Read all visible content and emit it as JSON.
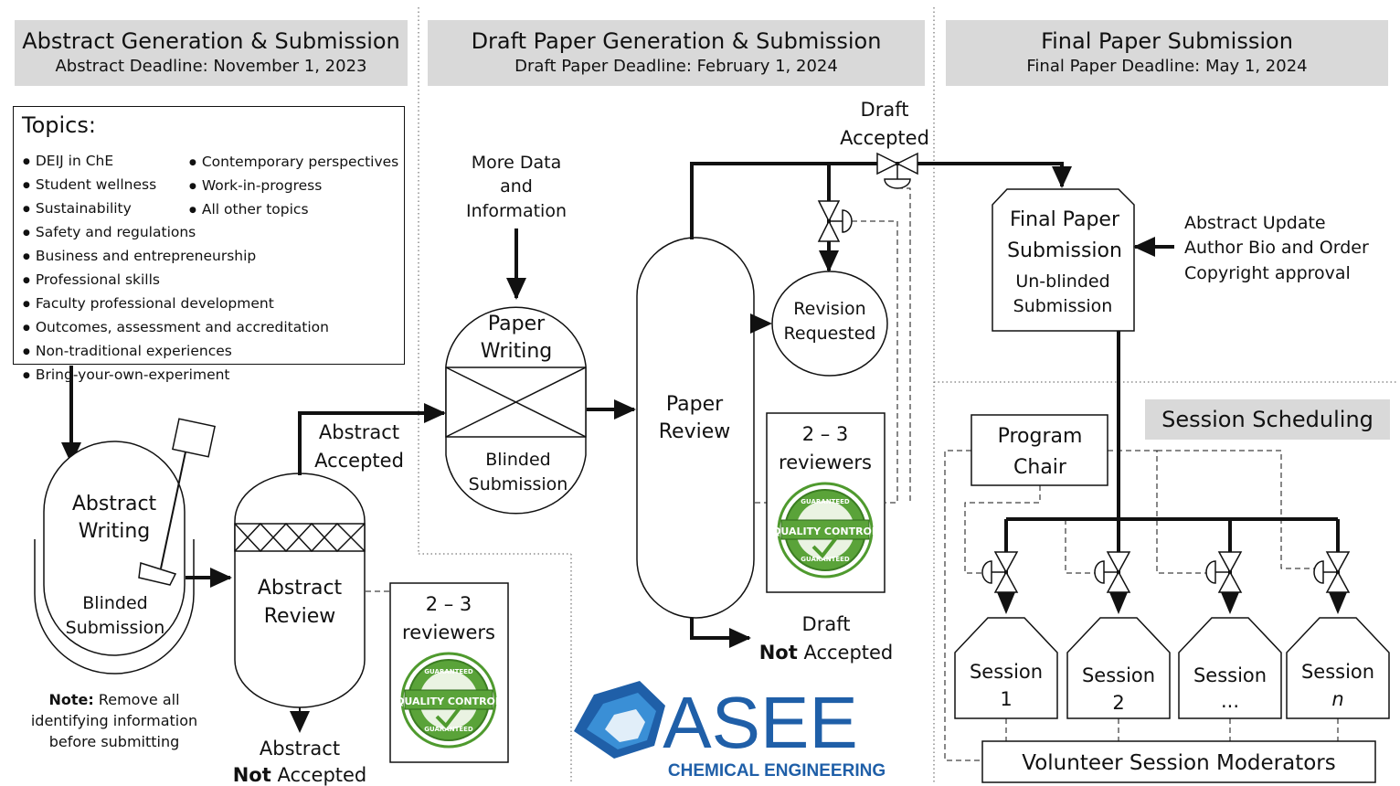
{
  "headers": {
    "abstract": {
      "title": "Abstract Generation & Submission",
      "deadline": "Abstract Deadline: November 1, 2023"
    },
    "draft": {
      "title": "Draft Paper Generation & Submission",
      "deadline": "Draft Paper Deadline: February 1, 2024"
    },
    "final": {
      "title": "Final Paper Submission",
      "deadline": "Final Paper Deadline: May 1, 2024"
    }
  },
  "topics": {
    "title": "Topics:",
    "col1_short": [
      "DEIJ in ChE",
      "Student wellness",
      "Sustainability"
    ],
    "col2": [
      "Contemporary perspectives",
      "Work-in-progress",
      "All other topics"
    ],
    "col1_long": [
      "Safety and regulations",
      "Business and entrepreneurship",
      "Professional skills",
      "Faculty professional development",
      "Outcomes, assessment and accreditation",
      "Non-traditional experiences",
      "Bring-your-own-experiment"
    ]
  },
  "abstract_writing": {
    "line1": "Abstract",
    "line2": "Writing",
    "sub1": "Blinded",
    "sub2": "Submission"
  },
  "note": {
    "bold": "Note:",
    "rest": " Remove all",
    "line2": "identifying information",
    "line3": "before submitting"
  },
  "abstract_review": {
    "line1": "Abstract",
    "line2": "Review"
  },
  "reviewers": {
    "count": "2 – 3",
    "label": "reviewers",
    "badge_top": "GUARANTEED",
    "badge_mid": "QUALITY CONTROL",
    "badge_bot": "GUARANTEED"
  },
  "abstract_accepted": {
    "line1": "Abstract",
    "line2": "Accepted"
  },
  "abstract_not_accepted": {
    "line1": "Abstract",
    "bold": "Not",
    "rest": " Accepted"
  },
  "more_data": {
    "line1": "More Data",
    "line2": "and",
    "line3": "Information"
  },
  "paper_writing": {
    "line1": "Paper",
    "line2": "Writing",
    "sub1": "Blinded",
    "sub2": "Submission"
  },
  "paper_review": {
    "line1": "Paper",
    "line2": "Review"
  },
  "revision": {
    "line1": "Revision",
    "line2": "Requested"
  },
  "draft_accepted": {
    "line1": "Draft",
    "line2": "Accepted"
  },
  "draft_not_accepted": {
    "line1": "Draft",
    "bold": "Not",
    "rest": " Accepted"
  },
  "final_submission": {
    "line1": "Final Paper",
    "line2": "Submission",
    "sub1": "Un-blinded",
    "sub2": "Submission"
  },
  "requirements": [
    "Abstract Update",
    "Author Bio and Order",
    "Copyright approval"
  ],
  "session_scheduling": "Session Scheduling",
  "program_chair": {
    "line1": "Program",
    "line2": "Chair"
  },
  "sessions": [
    {
      "label": "Session",
      "num": "1"
    },
    {
      "label": "Session",
      "num": "2"
    },
    {
      "label": "Session",
      "num": "..."
    },
    {
      "label": "Session",
      "num": "n"
    }
  ],
  "moderators": "Volunteer Session Moderators",
  "logo": {
    "name": "ASEE",
    "tagline": "CHEMICAL ENGINEERING",
    "blue": "#1f5fa8",
    "light_blue": "#3a8fd6"
  },
  "colors": {
    "header_bg": "#d9d9d9",
    "badge_green": "#4f9a2e"
  }
}
